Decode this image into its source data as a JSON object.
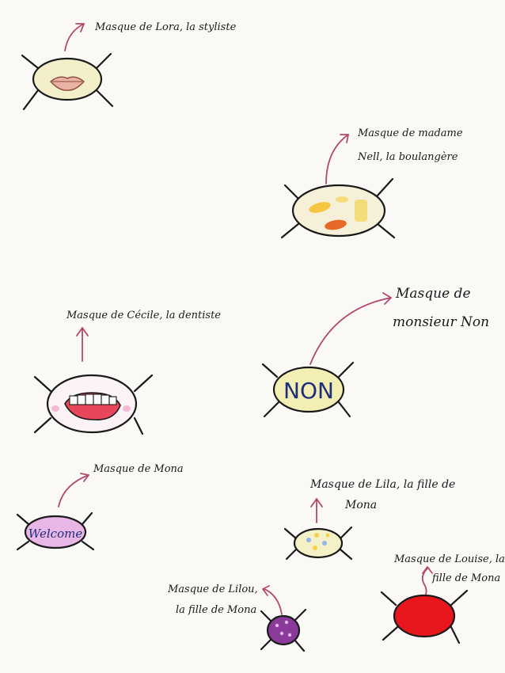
{
  "masks": {
    "lora": {
      "caption": "Masque de Lora, la styliste",
      "fill": "#f3efc9",
      "icon": "lips-icon"
    },
    "nell": {
      "caption_line1": "Masque de madame",
      "caption_line2": "Nell, la boulangère",
      "fill": "#f6f0d8",
      "icon": "bread-icon"
    },
    "cecile": {
      "caption": "Masque de Cécile, la dentiste",
      "fill": "#fdf3f6",
      "icon": "teeth-icon"
    },
    "monsieur_non": {
      "caption_line1": "Masque de",
      "caption_line2": "monsieur Non",
      "mask_text": "NON",
      "fill": "#f3eeb4"
    },
    "mona": {
      "caption": "Masque de Mona",
      "mask_text": "Welcome",
      "fill": "#e8b7e6"
    },
    "lila": {
      "caption_line1": "Masque de Lila, la fille de",
      "caption_line2": "Mona",
      "fill": "#f4f0c8"
    },
    "louise": {
      "caption_line1": "Masque de Louise, la",
      "caption_line2": "fille de Mona",
      "fill": "#e8171d"
    },
    "lilou": {
      "caption_line1": "Masque de Lilou,",
      "caption_line2": "la fille de Mona",
      "fill": "#8a3b9a"
    }
  },
  "colors": {
    "paper": "#fbf9f5",
    "arrow": "#b14a6e",
    "ink": "#1a1a1a"
  }
}
